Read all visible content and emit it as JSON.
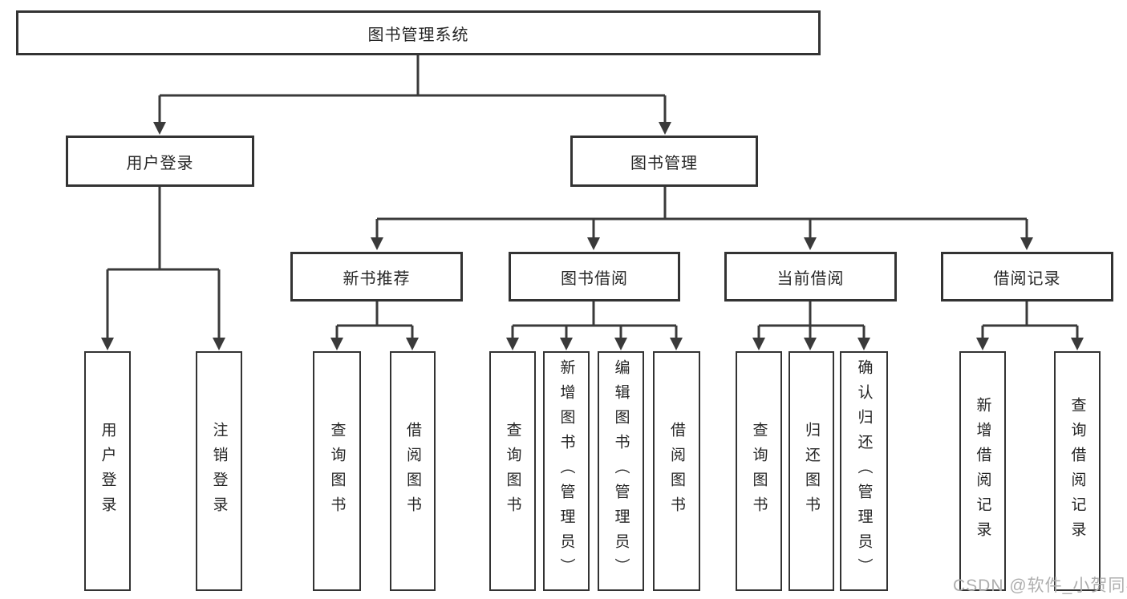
{
  "nodes": {
    "root": "图书管理系统",
    "level2": [
      "用户登录",
      "图书管理"
    ],
    "level3": [
      "新书推荐",
      "图书借阅",
      "当前借阅",
      "借阅记录"
    ],
    "leaves": {
      "user_login": [
        "用户登录",
        "注销登录"
      ],
      "new_book": [
        "查询图书",
        "借阅图书"
      ],
      "borrow": [
        "查询图书",
        "新增图书（管理员）",
        "编辑图书（管理员）",
        "借阅图书"
      ],
      "current": [
        "查询图书",
        "归还图书",
        "确认归还（管理员）"
      ],
      "records": [
        "新增借阅记录",
        "查询借阅记录"
      ]
    }
  },
  "watermark": "CSDN @软件_小贺同学",
  "colors": {
    "line": "#3a3a3a",
    "border": "#333333",
    "text": "#262626",
    "watermark": "#aeaeae"
  }
}
